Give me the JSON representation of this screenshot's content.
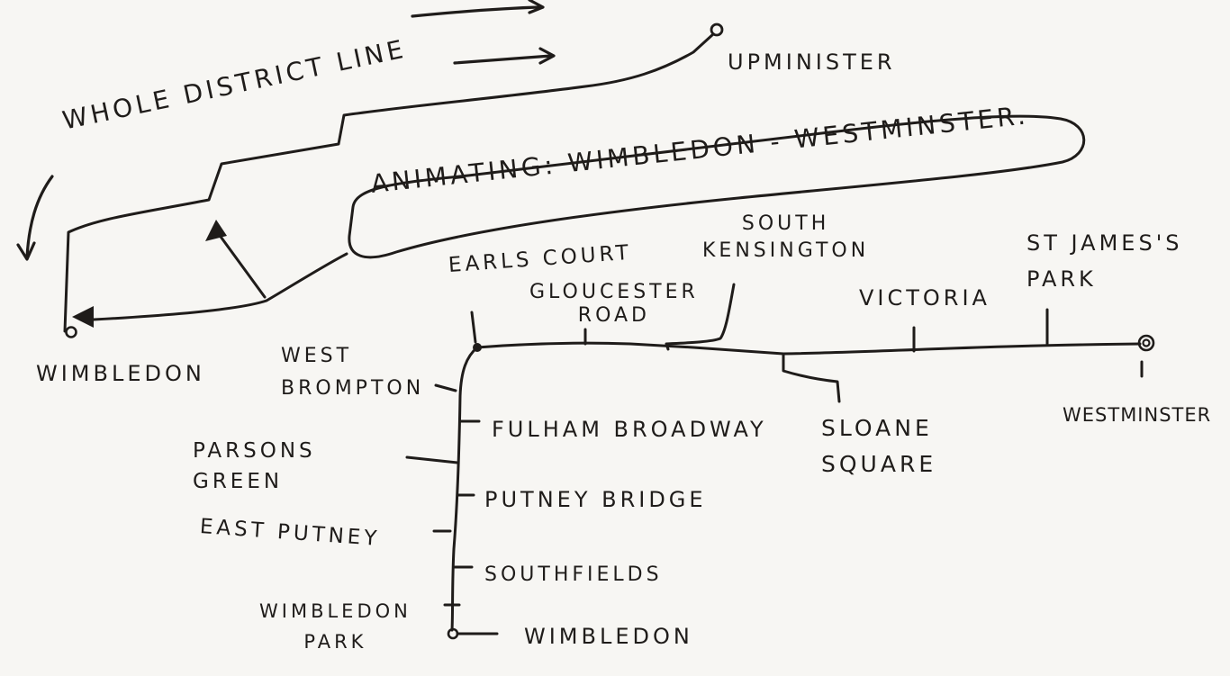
{
  "colors": {
    "ink": "#1f1c1a",
    "paper": "#f7f6f3"
  },
  "header": {
    "whole_district_line": "WHOLE DISTRICT LINE",
    "animating": "ANIMATING: WIMBLEDON - WESTMINSTER.",
    "upminster": "UPMINISTER",
    "wimbledon_top": "WIMBLEDON"
  },
  "stations": {
    "earls_court": "EARLS COURT",
    "gloucester_road": "GLOUCESTER\nROAD",
    "south_kensington": "SOUTH\nKENSINGTON",
    "victoria": "VICTORIA",
    "st_james_park": "ST JAMES'S\nPARK",
    "westminster": "WESTMINSTER",
    "sloane_square": "SLOANE\nSQUARE",
    "west_brompton": "WEST\nBROMPTON",
    "fulham_broadway": "FULHAM BROADWAY",
    "parsons_green": "PARSONS\nGREEN",
    "putney_bridge": "PUTNEY BRIDGE",
    "east_putney": "EAST PUTNEY",
    "southfields": "SOUTHFIELDS",
    "wimbledon_park": "WIMBLEDON\nPARK",
    "wimbledon": "WIMBLEDON"
  }
}
